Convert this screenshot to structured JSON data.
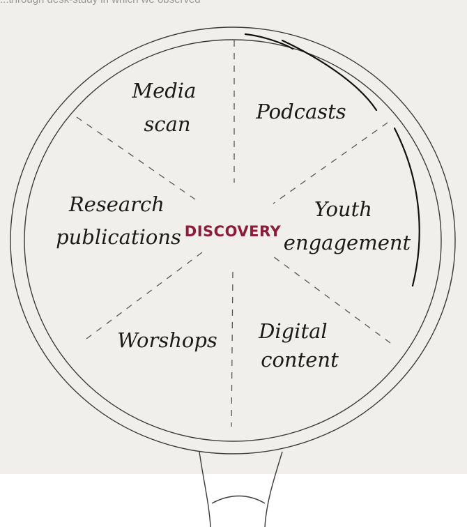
{
  "caption": "...through desk-study in which we observed",
  "center": {
    "label": "DISCOVERY",
    "color": "#8b1c3b"
  },
  "segments": [
    {
      "id": "media-scan",
      "lines": [
        "Media",
        "scan"
      ]
    },
    {
      "id": "podcasts",
      "lines": [
        "Podcasts"
      ]
    },
    {
      "id": "youth-engagement",
      "lines": [
        "Youth",
        "engagement"
      ]
    },
    {
      "id": "digital-content",
      "lines": [
        "Digital",
        "content"
      ]
    },
    {
      "id": "worshops",
      "lines": [
        "Worshops"
      ]
    },
    {
      "id": "research-publications",
      "lines": [
        "Research",
        "publications"
      ]
    }
  ]
}
